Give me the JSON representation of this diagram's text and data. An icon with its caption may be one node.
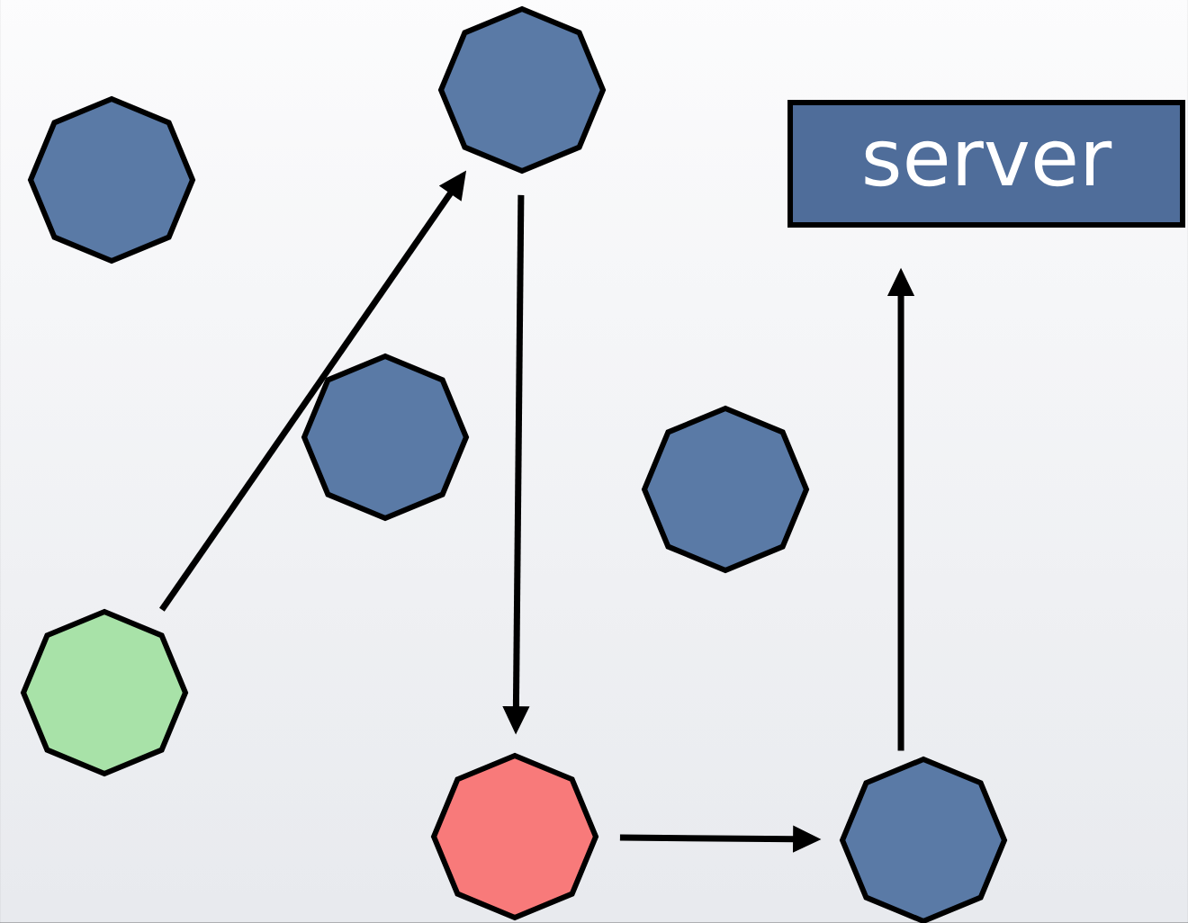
{
  "diagram": {
    "nodes": [
      {
        "text": [],
        "shape": "octagon"
      },
      {
        "text": [],
        "shape": "octagon"
      },
      {
        "text": [
          "server"
        ]
      },
      {
        "text": [],
        "shape": "octagon"
      },
      {
        "text": [],
        "shape": "octagon"
      },
      {
        "text": [],
        "shape": "octagon"
      },
      {
        "text": [],
        "shape": "octagon"
      },
      {
        "text": [],
        "shape": "octagon"
      }
    ],
    "edges": [
      {
        "from": 5,
        "to": 1,
        "arrow": "to"
      },
      {
        "from": 1,
        "to": 6,
        "arrow": "to"
      },
      {
        "from": 6,
        "to": 7,
        "arrow": "to"
      },
      {
        "from": 7,
        "to": 2,
        "arrow": "to"
      }
    ]
  }
}
